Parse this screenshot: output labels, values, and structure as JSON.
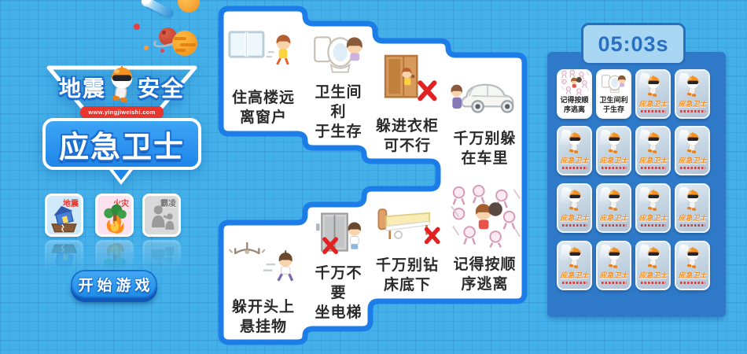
{
  "logo": {
    "word_left": "地震",
    "word_right": "安全",
    "website": "www.yingjiweishi.com",
    "title": "应急卫士"
  },
  "categories": [
    {
      "label": "地震",
      "icon": "quake-house",
      "label_color": "#e8362e",
      "bg": "#cfe9f8",
      "disabled": false
    },
    {
      "label": "火灾",
      "icon": "fire-tree",
      "label_color": "#e8362e",
      "bg": "#fbe2ee",
      "disabled": false
    },
    {
      "label": "霸凌",
      "icon": "bully-figures",
      "label_color": "#777777",
      "bg": "#d9d9d9",
      "disabled": true
    }
  ],
  "start_button": {
    "label": "开始游戏"
  },
  "tips": [
    {
      "line1": "住高楼远",
      "line2": "离窗户",
      "icon": "window-run"
    },
    {
      "line1": "卫生间利",
      "line2": "于生存",
      "icon": "toilet"
    },
    {
      "line1": "躲进衣柜",
      "line2": "可不行",
      "icon": "wardrobe-x"
    },
    {
      "line1": "千万别躲",
      "line2": "在车里",
      "icon": "car-hide"
    },
    {
      "line1": "躲开头上",
      "line2": "悬挂物",
      "icon": "chandelier-run"
    },
    {
      "line1": "千万不要",
      "line2": "坐电梯",
      "icon": "elevator-x"
    },
    {
      "line1": "千万别钻",
      "line2": "床底下",
      "icon": "bed-x"
    },
    {
      "line1": "记得按顺",
      "line2": "序逃离",
      "icon": "crowd-escape"
    }
  ],
  "game": {
    "timer": "05:03s",
    "card_back_label": "应急卫士",
    "cards": [
      {
        "state": "revealed",
        "line1": "记得按顺",
        "line2": "序逃离",
        "icon": "crowd-escape"
      },
      {
        "state": "revealed",
        "line1": "卫生间利",
        "line2": "于生存",
        "icon": "toilet"
      },
      {
        "state": "hidden"
      },
      {
        "state": "hidden"
      },
      {
        "state": "hidden"
      },
      {
        "state": "hidden"
      },
      {
        "state": "hidden"
      },
      {
        "state": "hidden"
      },
      {
        "state": "hidden"
      },
      {
        "state": "hidden"
      },
      {
        "state": "hidden"
      },
      {
        "state": "hidden"
      },
      {
        "state": "hidden"
      },
      {
        "state": "hidden"
      },
      {
        "state": "hidden"
      },
      {
        "state": "hidden"
      }
    ]
  },
  "colors": {
    "background": "#43b0e9",
    "tips_border": "#1c7de8",
    "board_blue": "#2f7ac8",
    "timer_text": "#2a6fc0",
    "red_accent": "#e8362e",
    "back_label_orange": "#f28a1d"
  }
}
